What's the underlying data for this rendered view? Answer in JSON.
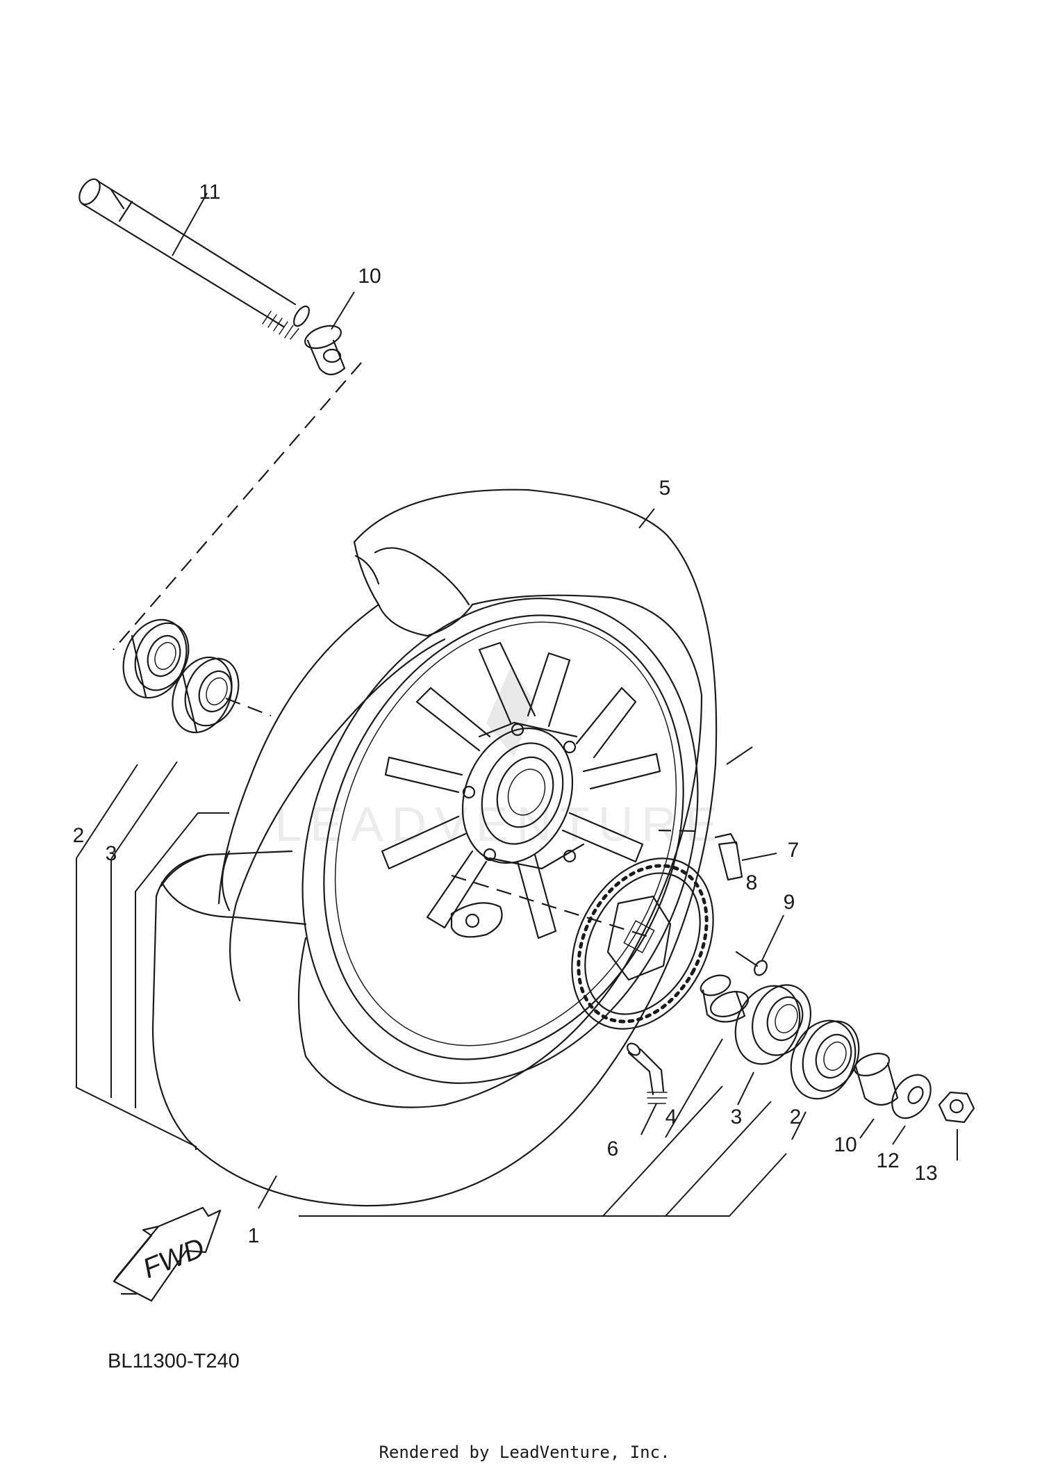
{
  "diagram": {
    "code": "BL11300-T240",
    "credit": "Rendered by LeadVenture, Inc.",
    "fwd_label": "FWD",
    "watermark": "LEADVENTURE",
    "callouts": {
      "c1": "1",
      "c2_left": "2",
      "c3_left": "3",
      "c2_right": "2",
      "c3_right": "3",
      "c4": "4",
      "c5": "5",
      "c6": "6",
      "c7": "7",
      "c8": "8",
      "c9": "9",
      "c10_top": "10",
      "c10_right": "10",
      "c11": "11",
      "c12": "12",
      "c13": "13"
    }
  }
}
